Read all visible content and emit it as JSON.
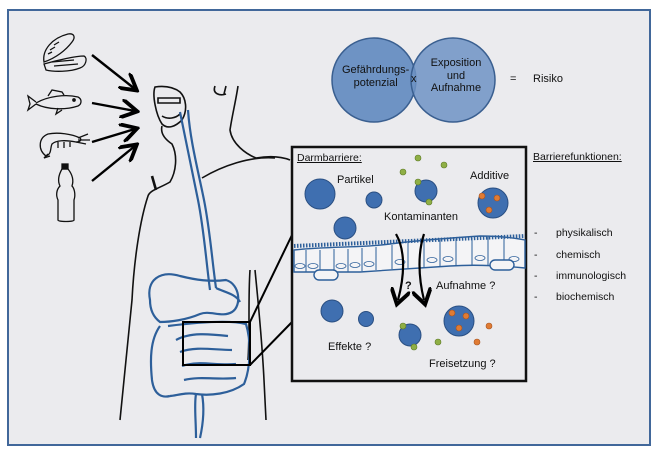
{
  "risk_equation": {
    "hazard": [
      "Gefährdungs-",
      "potenzial"
    ],
    "operator_times": "x",
    "exposure": [
      "Exposition",
      "und",
      "Aufnahme"
    ],
    "operator_equals": "=",
    "result": "Risiko"
  },
  "food_sources": [
    {
      "icon": "mussel-icon"
    },
    {
      "icon": "fish-icon"
    },
    {
      "icon": "shrimp-icon"
    },
    {
      "icon": "plastic-bottle-icon"
    }
  ],
  "intestinal_barrier_panel": {
    "title": "Darmbarriere:",
    "labels": {
      "particles": "Partikel",
      "additives": "Additive",
      "contaminants": "Kontaminanten",
      "uptake": "Aufnahme ?",
      "question": "?",
      "effects": "Effekte ?",
      "release": "Freisetzung ?"
    }
  },
  "barrier_functions": {
    "title": "Barrierefunktionen:",
    "items": [
      {
        "dash": "-",
        "label": "physikalisch"
      },
      {
        "dash": "-",
        "label": "chemisch"
      },
      {
        "dash": "-",
        "label": "immunologisch"
      },
      {
        "dash": "-",
        "label": "biochemisch"
      }
    ]
  },
  "colors": {
    "frame_border": "#41679a",
    "background": "#ebebee",
    "particle_blue": "#3f6fb0",
    "venn_blue": "#6e93c4",
    "contaminant_green": "#8faf45",
    "additive_orange": "#e07b33",
    "organ_blue": "#2d5f9a"
  }
}
